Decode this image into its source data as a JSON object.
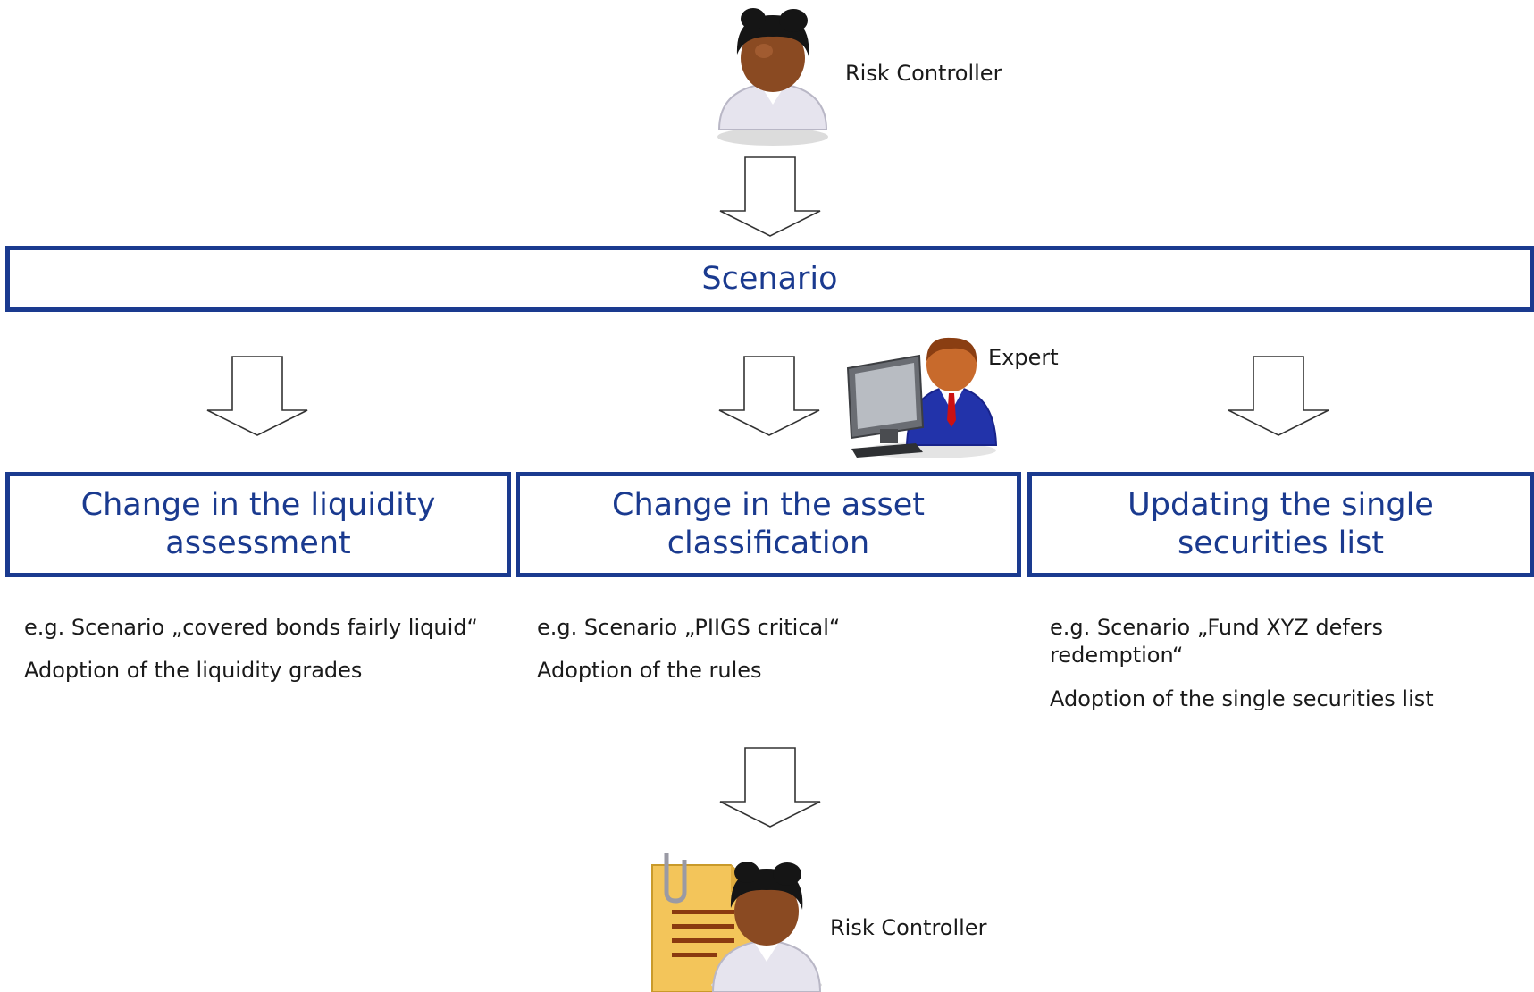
{
  "actors": {
    "top": "Risk Controller",
    "expert": "Expert",
    "bottom": "Risk Controller"
  },
  "scenario_box": "Scenario",
  "columns": [
    {
      "title": "Change in the liquidity\nassessment",
      "example": "e.g. Scenario „covered bonds fairly liquid“",
      "adoption": "Adoption of the liquidity grades"
    },
    {
      "title": "Change in the asset\nclassification",
      "example": "e.g. Scenario „PIIGS critical“",
      "adoption": "Adoption of the rules"
    },
    {
      "title": "Updating the single\nsecurities list",
      "example": "e.g. Scenario „Fund XYZ defers\nredemption“",
      "adoption": "Adoption of the single securities list"
    }
  ],
  "colors": {
    "box_border": "#1a3a8f",
    "box_text": "#1a3a8f",
    "skin": "#8a4a22",
    "hair": "#151515",
    "shirt": "#e6e4ee",
    "suit": "#2233aa",
    "tie": "#cc1111",
    "document": "#f3c55a"
  },
  "icons": [
    "person-icon",
    "expert-computer-icon",
    "document-person-icon",
    "down-arrow-icon"
  ]
}
